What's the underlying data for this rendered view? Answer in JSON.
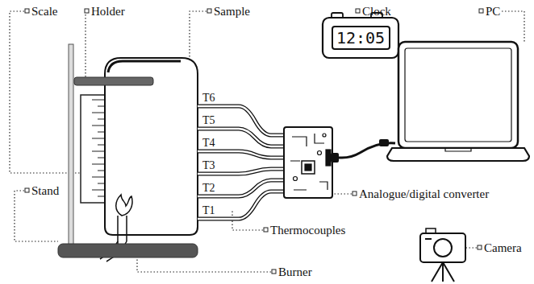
{
  "diagram": {
    "nodes": [
      {
        "text": [
          "12:05"
        ]
      }
    ],
    "labels": [
      "Scale",
      "Holder",
      "Sample",
      "Clock",
      "PC",
      "T6",
      "T5",
      "T4",
      "T3",
      "T2",
      "T1",
      "Analogue/digital converter",
      "Thermocouples",
      "Camera",
      "Stand",
      "Burner"
    ]
  }
}
